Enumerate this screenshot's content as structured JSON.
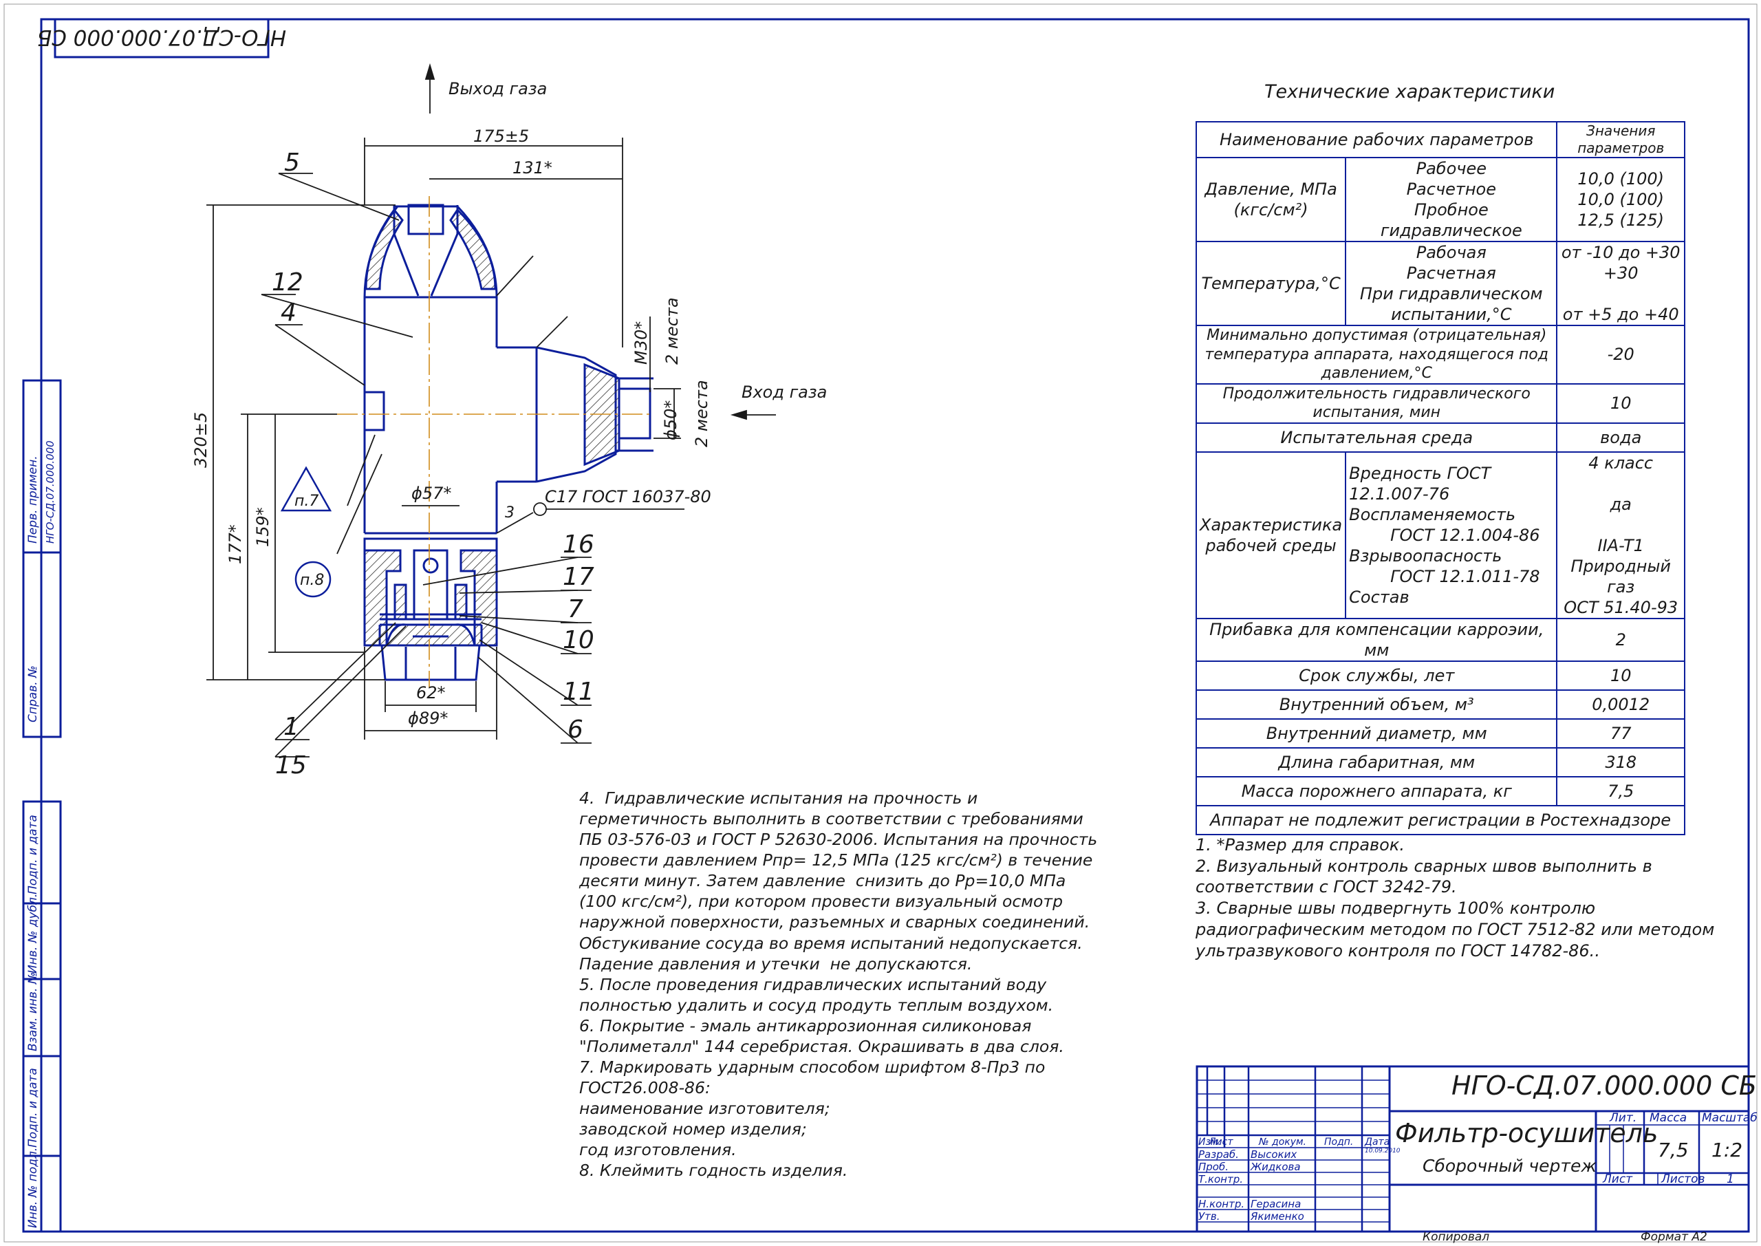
{
  "top_code": "НГО-СД.07.000.000 СБ",
  "drawing": {
    "gas_out": "Выход газа",
    "gas_in": "Вход газа",
    "dims": {
      "d175": "175±5",
      "d131": "131*",
      "d320": "320±5",
      "d177": "177*",
      "d159": "159*",
      "d57": "ϕ57*",
      "d62": "62*",
      "d89": "ϕ89*",
      "m30": "M30*",
      "places1": "2 места",
      "d50": "ϕ50*",
      "places2": "2 места"
    },
    "weld": "C17 ГОСТ 16037-80",
    "weld_num": "3",
    "note_p7": "п.7",
    "note_p8": "п.8",
    "callouts": [
      "5",
      "12",
      "4",
      "16",
      "17",
      "7",
      "10",
      "11",
      "6",
      "1",
      "15"
    ]
  },
  "spec": {
    "title": "Технические характеристики",
    "header": [
      "Наименование рабочих параметров",
      "Значения параметров"
    ],
    "pressure_label": "Давление, МПа (кгс/см²)",
    "pressure_sub": [
      "Рабочее",
      "Расчетное",
      "Пробное гидравлическое"
    ],
    "pressure_val": [
      "10,0 (100)",
      "10,0 (100)",
      "12,5 (125)"
    ],
    "temp_label": "Температура,°С",
    "temp_sub": [
      "Рабочая",
      "Расчетная",
      "При гидравлическом испытании,°С"
    ],
    "temp_val": [
      "от -10 до +30",
      "+30",
      "",
      "от +5 до +40"
    ],
    "min_temp_label": "Минимально допустимая (отрицательная) температура аппарата, находящегося под давлением,°С",
    "min_temp_val": "-20",
    "duration_label": "Продолжительность гидравлического испытания, мин",
    "duration_val": "10",
    "medium_label": "Испытательная среда",
    "medium_val": "вода",
    "char_label": "Характеристика рабочей среды",
    "char_sub": [
      "Вредность ГОСТ 12.1.007-76",
      "Воспламеняемость",
      "ГОСТ 12.1.004-86",
      "Взрывоопасность",
      "ГОСТ 12.1.011-78",
      "Состав"
    ],
    "char_val": [
      "4 класс",
      "да",
      "IIA-T1",
      "Природный газ",
      "ОСТ 51.40-93"
    ],
    "corrosion_label": "Прибавка для компенсации карроэии, мм",
    "corrosion_val": "2",
    "service_label": "Срок службы, лет",
    "service_val": "10",
    "volume_label": "Внутренний объем, м³",
    "volume_val": "0,0012",
    "diameter_label": "Внутренний диаметр, мм",
    "diameter_val": "77",
    "length_label": "Длина габаритная, мм",
    "length_val": "318",
    "mass_label": "Масса порожнего аппарата, кг",
    "mass_val": "7,5",
    "footer": "Аппарат не подлежит регистрации в Ростехнадзоре"
  },
  "notes_left": "4.  Гидравлические испытания на прочность и герметичность выполнить в соответствии с требованиями ПБ 03-576-03 и ГОСТ Р 52630-2006. Испытания на прочность провести давлением Рпр= 12,5 МПа (125 кгс/см²) в течение десяти минут. Затем давление  снизить до Рр=10,0 МПа (100 кгс/см²), при котором провести визуальный осмотр наружной поверхности, разъемных и сварных соединений. Обстукивание сосуда во время испытаний недопускается. Падение давления и утечки  не допускаются.\n5. После проведения гидравлических испытаний воду полностью удалить и сосуд продуть теплым воздухом.\n6. Покрытие - эмаль антикаррозионная силиконовая \"Полиметалл\" 144 серебристая. Окрашивать в два слоя.\n7. Маркировать ударным способом шрифтом 8-Пр3 по ГОСТ26.008-86:\nнаименование изготовителя;\nзаводской номер изделия;\nгод изготовления.\n8. Клеймить годность изделия.",
  "notes_right": "1. *Размер для справок.\n2. Визуальный контроль сварных швов выполнить в соответствии с ГОСТ 3242-79.\n3. Сварные швы подвергнуть 100% контролю радиографическим методом по ГОСТ 7512-82 или методом ультразвукового контроля по ГОСТ 14782-86..",
  "title_block": {
    "code": "НГО-СД.07.000.000 СБ",
    "name": "Фильтр-осушитель",
    "doc_type": "Сборочный чертеж",
    "col_headers": [
      "Изм.",
      "Лист",
      "№ докум.",
      "Подп.",
      "Дата"
    ],
    "roles": [
      "Разраб.",
      "Проб.",
      "Т.контр.",
      "",
      "Н.контр.",
      "Утв."
    ],
    "people": [
      "Высоких",
      "Жидкова",
      "",
      "",
      "Герасина",
      "Якименко"
    ],
    "date_val": "10.09.2010",
    "lit": "Лит.",
    "mass_h": "Масса",
    "scale_h": "Масштаб",
    "mass": "7,5",
    "scale": "1:2",
    "sheet": "Лист",
    "sheets": "Листов",
    "sheets_val": "1",
    "copied": "Копировал",
    "format": "Формат   А2"
  },
  "side_labels": [
    "Перв. примен.",
    "НГО-СД.07.000.000",
    "Справ. №",
    "Подп. и дата",
    "Инв. № дубл.",
    "Взам. инв. №",
    "Подп. и дата",
    "Инв. № подл."
  ]
}
